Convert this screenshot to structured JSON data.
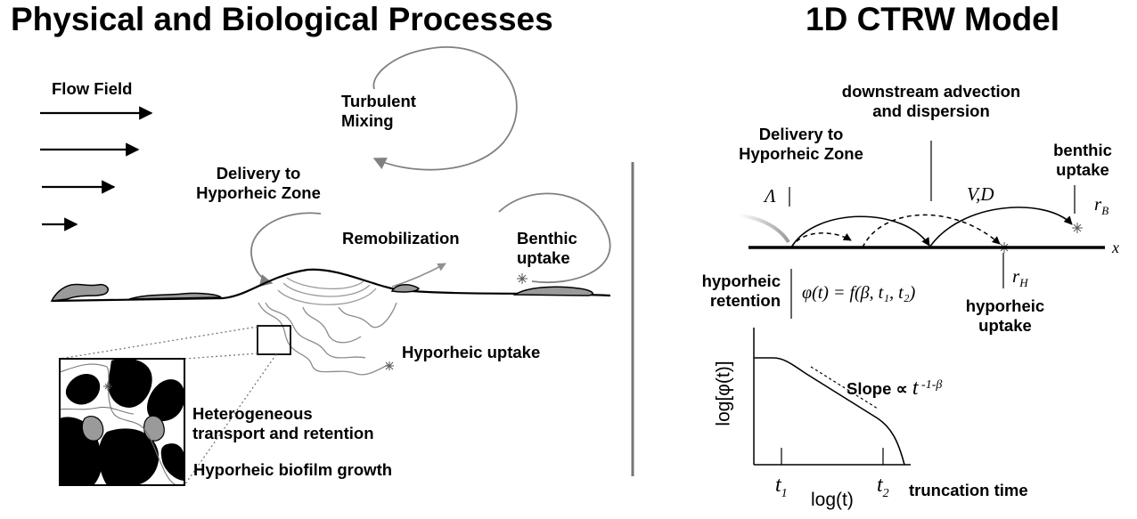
{
  "left_panel": {
    "title": "Physical and Biological Processes",
    "flow_field": "Flow Field",
    "turbulent": [
      "Turbulent",
      "Mixing"
    ],
    "delivery": [
      "Delivery to",
      "Hyporheic Zone"
    ],
    "remobilization": "Remobilization",
    "benthic": [
      "Benthic",
      "uptake"
    ],
    "hyporheic_uptake": "Hyporheic uptake",
    "heterogeneous": [
      "Heterogeneous",
      "transport and retention"
    ],
    "biofilm": "Hyporheic biofilm growth"
  },
  "right_panel": {
    "title": "1D CTRW Model",
    "downstream": [
      "downstream advection",
      "and dispersion"
    ],
    "delivery": [
      "Delivery to",
      "Hyporheic Zone"
    ],
    "benthic": [
      "benthic",
      "uptake"
    ],
    "lambda": "Λ",
    "vd": "V,D",
    "rb": "r",
    "rb_sub": "B",
    "x_label": "x",
    "rh": "r",
    "rh_sub": "H",
    "retention": [
      "hyporheic",
      "retention"
    ],
    "formula": "φ(t) = f(β, t₁, t₂)",
    "hyp_uptake": [
      "hyporheic",
      "uptake"
    ],
    "graph": {
      "ylabel": "log[φ(t)]",
      "xlabel": "log(t)",
      "slope_text": "Slope ∝",
      "slope_t": "t",
      "slope_exp": " -1-β",
      "t1": "t",
      "t1_sub": "1",
      "t2": "t",
      "t2_sub": "2",
      "truncation": "truncation time"
    }
  }
}
